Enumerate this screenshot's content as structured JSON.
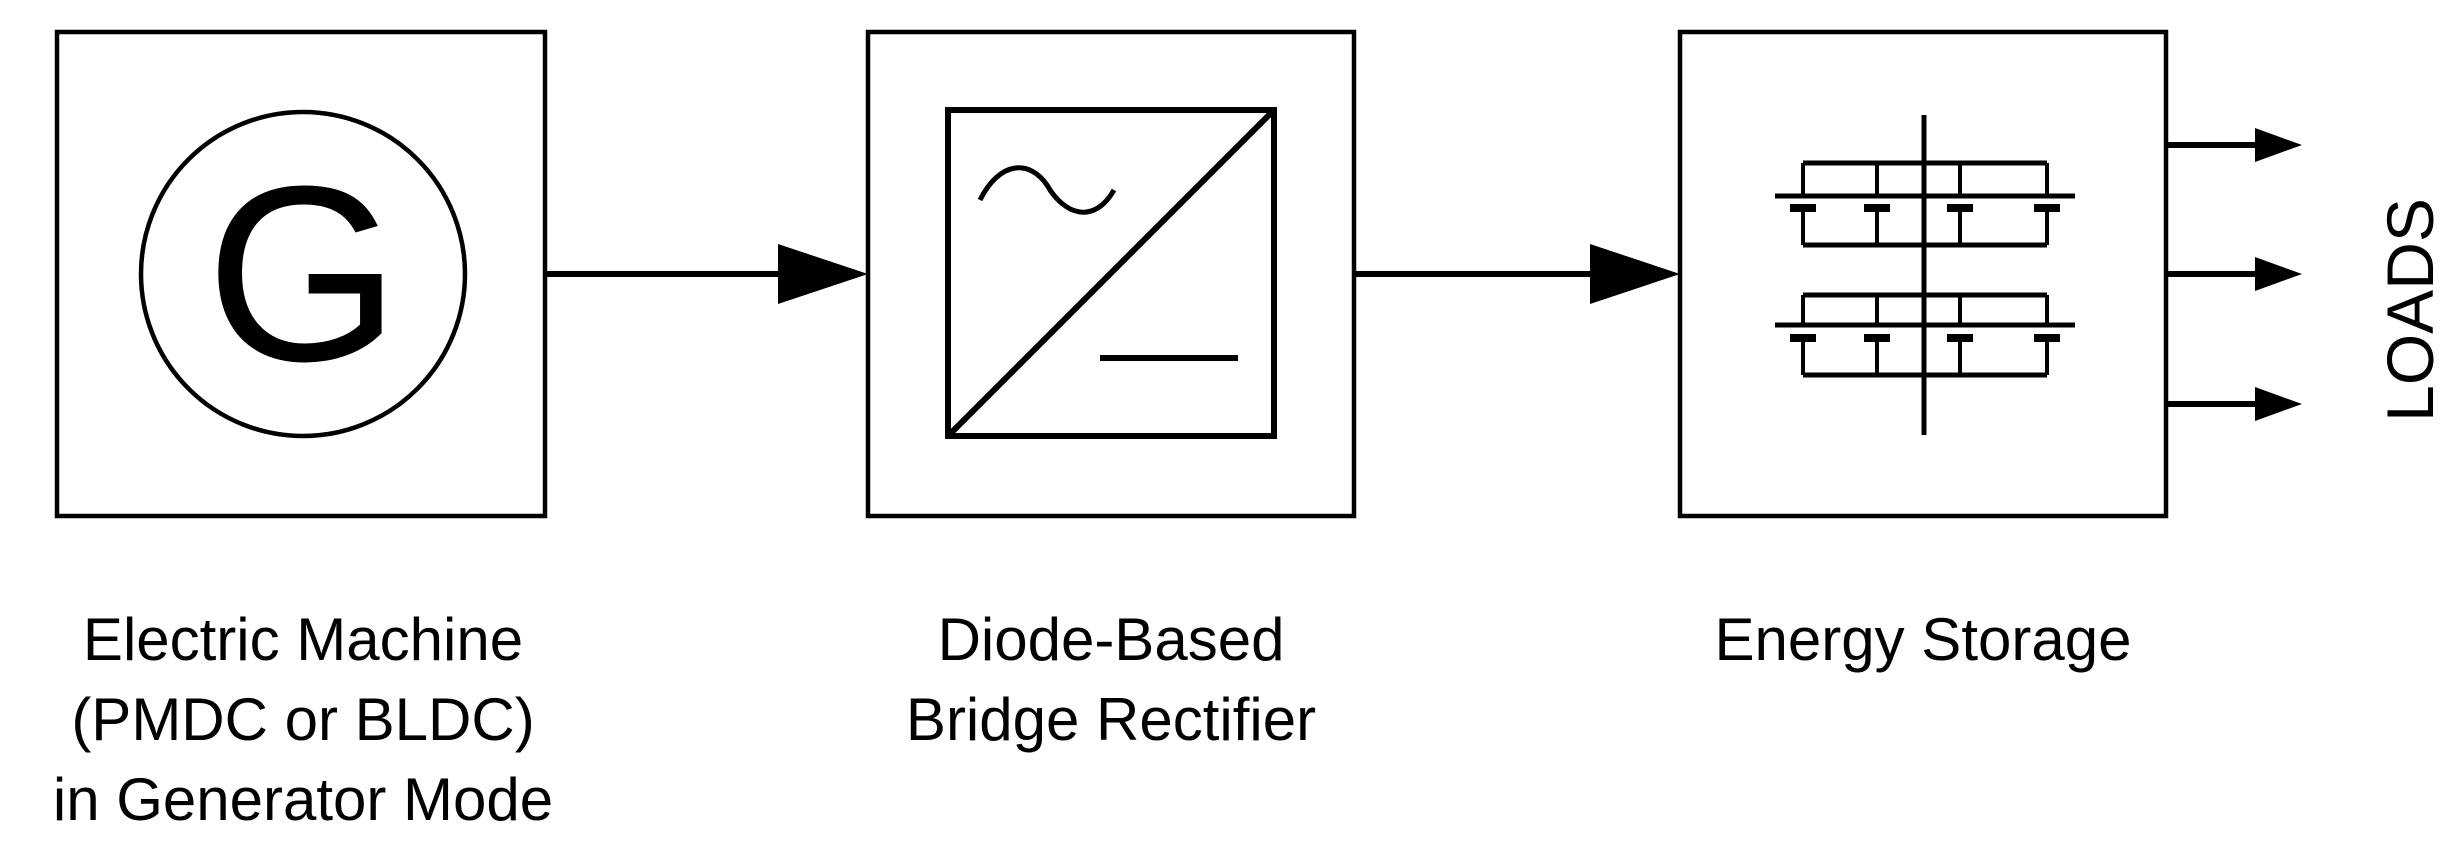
{
  "blocks": [
    {
      "id": "generator",
      "symbol": "G",
      "caption_lines": [
        "Electric Machine",
        "(PMDC or BLDC)",
        "in Generator Mode"
      ]
    },
    {
      "id": "rectifier",
      "caption_lines": [
        "Diode-Based",
        "Bridge Rectifier"
      ]
    },
    {
      "id": "storage",
      "caption_lines": [
        "Energy Storage"
      ]
    }
  ],
  "loads_label": "LOADS",
  "colors": {
    "stroke": "#000000",
    "background": "#ffffff"
  }
}
